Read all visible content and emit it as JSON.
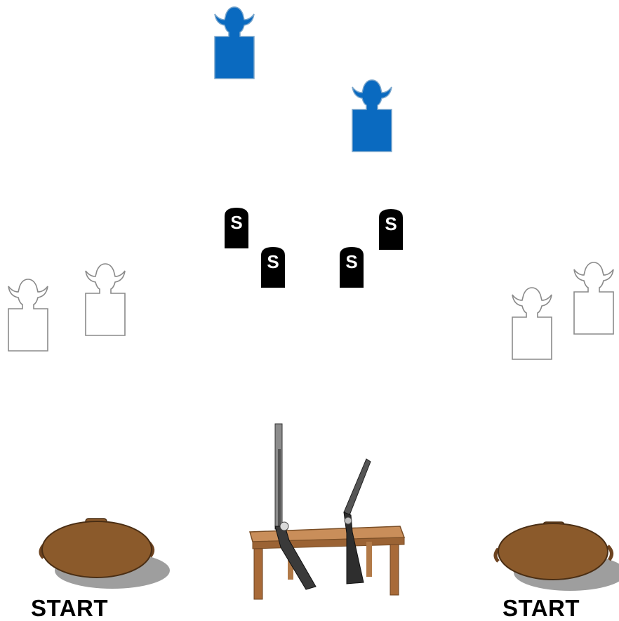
{
  "colors": {
    "shoot_target": "#0a6ac0",
    "noshoot_outline": "#8a8a8a",
    "shotgun_target": "#000000",
    "stool_fill": "#8b5a2b",
    "table_fill": "#c98e5a",
    "label_text": "#000000"
  },
  "targets": {
    "blue": [
      {
        "kind": "shoot-target"
      },
      {
        "kind": "shoot-target"
      }
    ],
    "white": [
      {
        "kind": "no-shoot-target"
      },
      {
        "kind": "no-shoot-target"
      },
      {
        "kind": "no-shoot-target"
      },
      {
        "kind": "no-shoot-target"
      }
    ],
    "shotgun": [
      {
        "letter": "S"
      },
      {
        "letter": "S"
      },
      {
        "letter": "S"
      },
      {
        "letter": "S"
      }
    ]
  },
  "start_left": {
    "label": "START"
  },
  "start_right": {
    "label": "START"
  },
  "table": {
    "icons": [
      "rifle-icon",
      "shotgun-icon"
    ]
  }
}
